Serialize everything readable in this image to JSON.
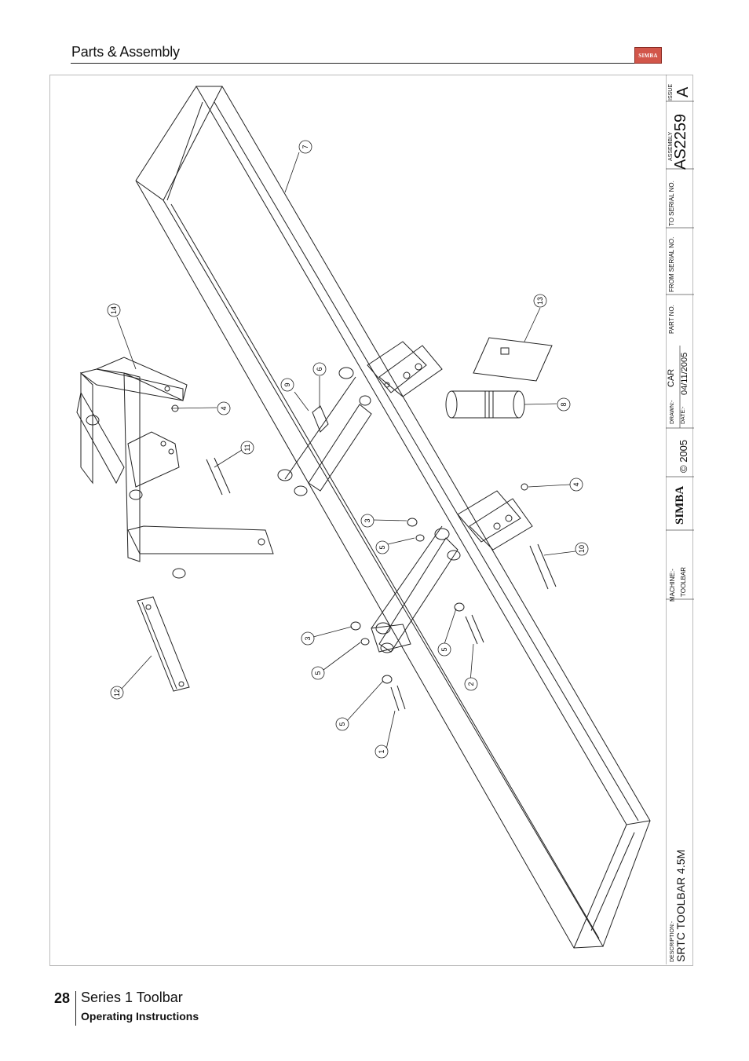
{
  "header": {
    "title": "Parts & Assembly",
    "logo_text": "SIMBA"
  },
  "title_block": {
    "description_label": "DESCRIPTION:-",
    "description": "SRTC TOOLBAR 4.5M",
    "machine_label": "MACHINE:-",
    "machine": "TOOLBAR",
    "logo": "SIMBA",
    "copyright": "© 2005",
    "drawn_label": "DRAWN:-",
    "drawn": "CAR",
    "date_label": "DATE:-",
    "date": "04/11/2005",
    "part_no_label": "PART NO.",
    "from_serial_label": "FROM SERIAL NO.",
    "to_serial_label": "TO SERIAL NO.",
    "assembly_label": "ASSEMBLY",
    "assembly_no": "AS2259",
    "issue_label": "ISSUE",
    "issue": "A"
  },
  "callouts": [
    "7",
    "14",
    "6",
    "9",
    "4",
    "11",
    "13",
    "8",
    "4",
    "3",
    "5",
    "10",
    "3",
    "5",
    "5",
    "2",
    "12",
    "5",
    "1"
  ],
  "footer": {
    "page_number": "28",
    "series": "Series 1 Toolbar",
    "subtitle": "Operating Instructions"
  }
}
